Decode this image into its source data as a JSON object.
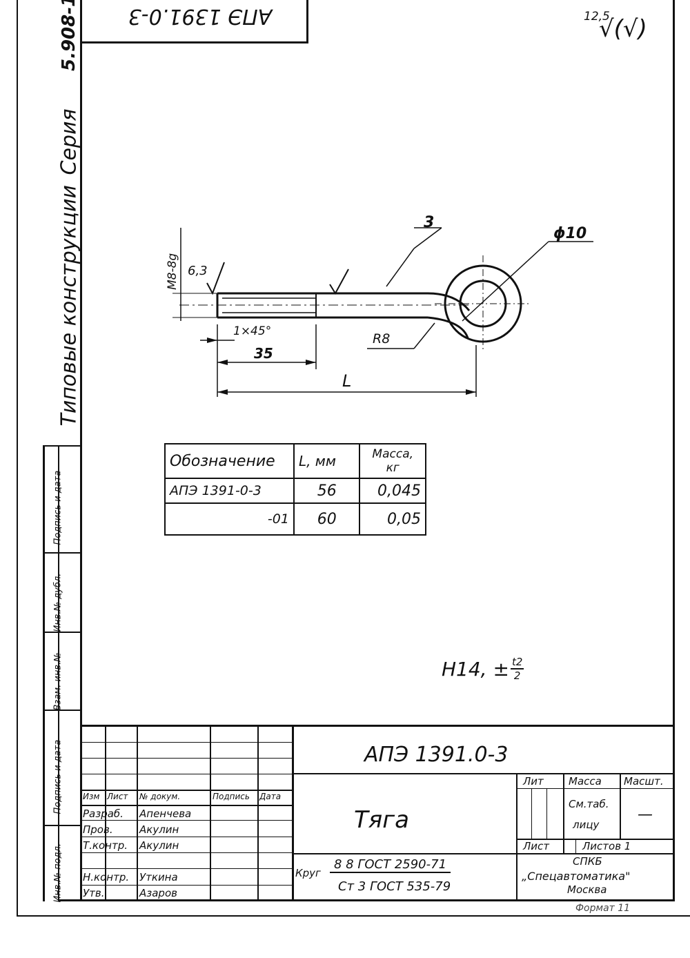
{
  "series_strip": {
    "title": "Типовые конструкции",
    "series_label": "Серия",
    "series_number": "5.908-1"
  },
  "top_stamp": "АПЭ 1391.0-3",
  "surface_roughness": {
    "value": "12,5",
    "symbol": "√(√)"
  },
  "drawing": {
    "thread": "М8-8g",
    "roughness_local": "6,3",
    "chamfer": "1×45°",
    "thread_length": "35",
    "total_length": "L",
    "bend_radius": "R8",
    "wire_dim": "3",
    "eye_diameter": "ϕ10"
  },
  "spec_table": {
    "headers": [
      "Обозначение",
      "L, мм",
      "Масса, кг"
    ],
    "rows": [
      [
        "АПЭ 1391-0-3",
        "56",
        "0,045"
      ],
      [
        "-01",
        "60",
        "0,05"
      ]
    ]
  },
  "tolerance_note": "Н14, ±",
  "tolerance_frac": {
    "num": "t2",
    "den": "2"
  },
  "left_strip_labels": [
    "Подпись и дата",
    "Инв.№ дубл.",
    "Взам. инв.№",
    "Подпись и дата",
    "Инв.№ подл."
  ],
  "title_block": {
    "doc_number": "АПЭ 1391.0-3",
    "part_name": "Тяга",
    "col_headers": [
      "Изм",
      "Лист",
      "№ докум.",
      "Подпись",
      "Дата"
    ],
    "roles": [
      {
        "role": "Разраб.",
        "name": "Апенчева"
      },
      {
        "role": "Пров.",
        "name": "Акулин"
      },
      {
        "role": "Т.контр.",
        "name": "Акулин"
      },
      {
        "role": "Н.контр.",
        "name": "Уткина"
      },
      {
        "role": "Утв.",
        "name": "Азаров"
      }
    ],
    "lit_label": "Лит",
    "mass_label": "Масса",
    "scale_label": "Масшт.",
    "mass_value_line1": "См.таб.",
    "mass_value_line2": "лицу",
    "scale_value": "—",
    "sheet_label": "Лист",
    "sheets_label": "Листов 1",
    "material_prefix": "Круг",
    "material_top": "8 8 ГОСТ 2590-71",
    "material_bottom": "Ст 3 ГОСТ 535-79",
    "org_line1": "СПКБ",
    "org_line2": "„Спецавтоматика\"",
    "org_line3": "Москва"
  },
  "footer_note": "Формат 11"
}
